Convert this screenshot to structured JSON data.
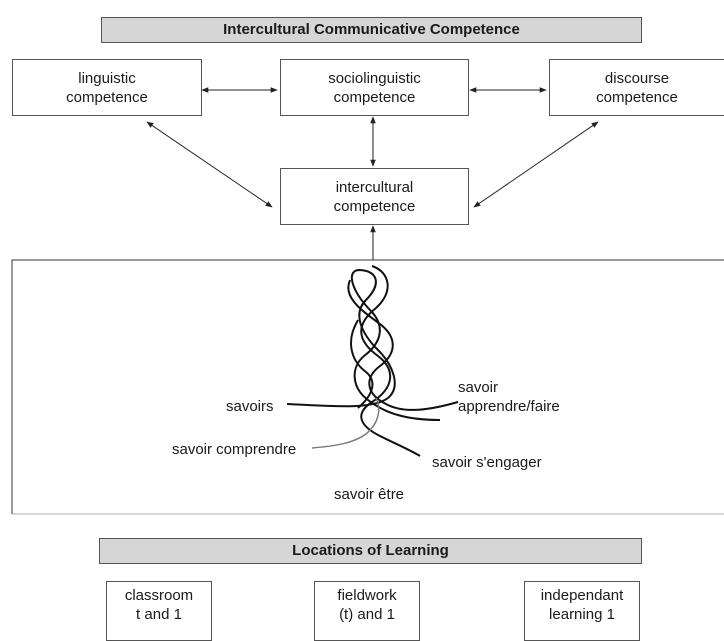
{
  "top_banner": "Intercultural Communicative Competence",
  "boxes": {
    "linguistic": "linguistic\ncompetence",
    "sociolinguistic": "sociolinguistic\ncompetence",
    "discourse": "discourse\ncompetence",
    "intercultural": "intercultural\ncompetence"
  },
  "savoirs": {
    "savoirs": "savoirs",
    "apprendre": "savoir\napprendre/faire",
    "comprendre": "savoir comprendre",
    "engager": "savoir s'engager",
    "etre": "savoir être"
  },
  "bottom_banner": "Locations of Learning",
  "locations": {
    "classroom": "classroom\nt and 1",
    "fieldwork": "fieldwork\n(t) and 1",
    "independent": "independant\nlearning 1"
  }
}
